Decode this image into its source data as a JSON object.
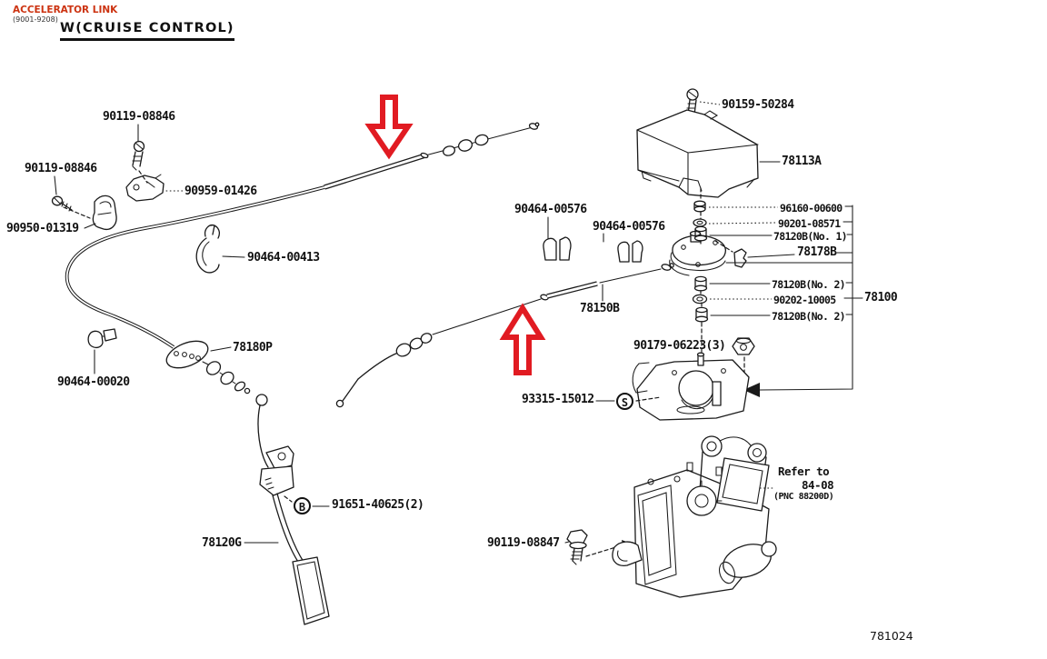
{
  "header": {
    "red_title": "ACCELERATOR LINK",
    "red_subtitle": "(9001-9208)",
    "main_title": "W(CRUISE CONTROL)"
  },
  "labels": {
    "a1": "90119-08846",
    "a2": "90119-08846",
    "a3": "90959-01426",
    "a4": "90950-01319",
    "a5": "90464-00413",
    "a6": "78180P",
    "a7": "90464-00020",
    "a8": "78120G",
    "a9": "91651-40625(2)",
    "b1": "90464-00576",
    "b2": "90464-00576",
    "b3": "78150B",
    "c1": "90159-50284",
    "c2": "78113A",
    "c3": "96160-00600",
    "c4": "90201-08571",
    "c5": "78120B(No. 1)",
    "c6": "78178B",
    "c7": "78120B(No. 2)",
    "c8": "90202-10005",
    "c9": "78120B(No. 2)",
    "c10": "78100",
    "d1": "90179-06223(3)",
    "d2": "93315-15012",
    "d3": "90119-08847"
  },
  "symbols": {
    "b": "B",
    "s": "S"
  },
  "note": {
    "l1": "Refer to",
    "l2": "84-08",
    "l3": "(PNC 88200D)"
  },
  "footer": {
    "drawing_code": "781024"
  },
  "colors": {
    "arrow_red": "#e11b22",
    "title_red": "#cc3311",
    "ink": "#1a1a1a"
  }
}
